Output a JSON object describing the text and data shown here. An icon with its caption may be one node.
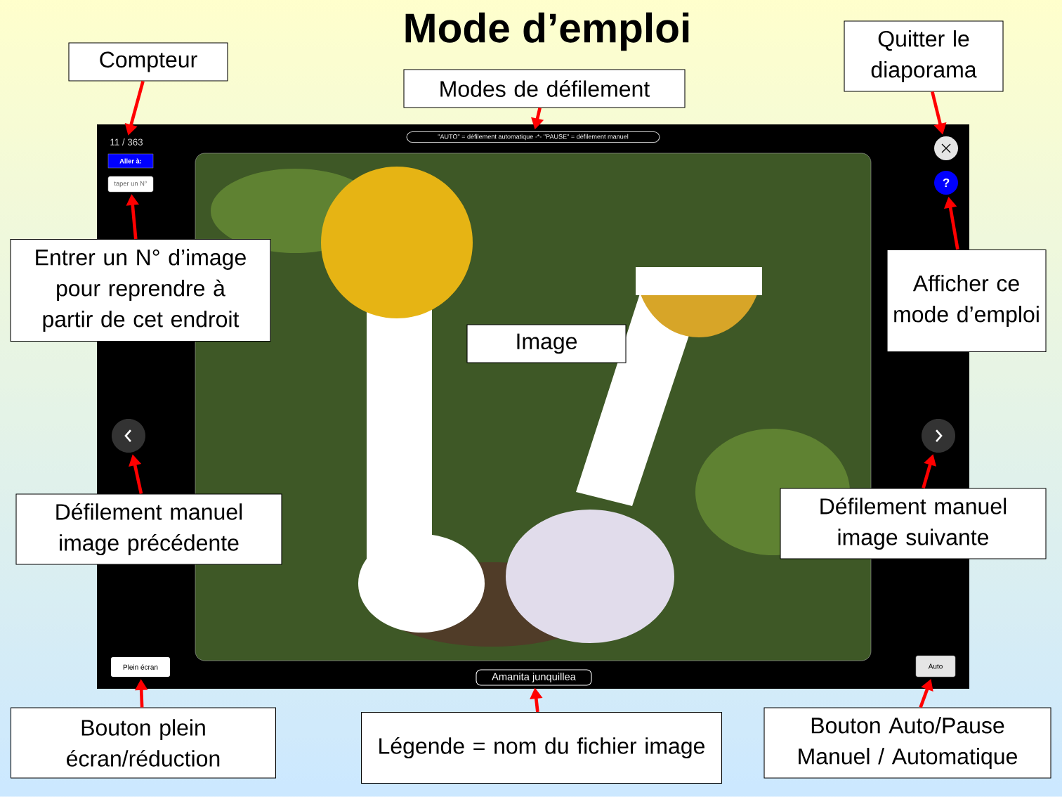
{
  "diagram": {
    "title": "Mode d’emploi",
    "nodes": [
      {
        "text": [
          "Compteur"
        ]
      },
      {
        "text": [
          "Modes de défilement"
        ]
      },
      {
        "text": [
          "Quitter le diaporama"
        ]
      },
      {
        "text": [
          "11 / 363"
        ]
      },
      {
        "text": [
          "\"AUTO\" = défilement automatique -*- \"PAUSE\" = défilement manuel"
        ]
      },
      {
        "text": [],
        "shape": "circle"
      },
      {
        "text": [
          "Aller à:"
        ]
      },
      {
        "text": [
          "taper un N°"
        ]
      },
      {
        "text": [
          "?"
        ]
      },
      {
        "text": [
          "Entrer un N° d’image pour reprendre à partir de cet endroit"
        ]
      },
      {
        "text": [
          "Afficher ce mode d’emploi"
        ]
      },
      {
        "text": [],
        "shape": "picture"
      },
      {
        "text": [
          "Image"
        ],
        "in": 11
      },
      {
        "text": [],
        "shape": "circle"
      },
      {
        "text": [],
        "shape": "circle"
      },
      {
        "text": [
          "Défilement manuel image précédente"
        ]
      },
      {
        "text": [
          "Défilement manuel image suivante"
        ]
      },
      {
        "text": [
          "Plein écran"
        ]
      },
      {
        "text": [
          "Amanita junquillea"
        ]
      },
      {
        "text": [
          "Auto"
        ]
      },
      {
        "text": [
          "Bouton plein écran/réduction"
        ]
      },
      {
        "text": [
          "Légende = nom du fichier image"
        ]
      },
      {
        "text": [
          "Bouton Auto/Pause Manuel / Automatique"
        ]
      }
    ],
    "edges": [
      {
        "from": 0,
        "to": 3,
        "arrow": "to"
      },
      {
        "from": 1,
        "to": 4,
        "arrow": "to"
      },
      {
        "from": 2,
        "to": 5,
        "arrow": "to"
      },
      {
        "from": 9,
        "to": 7,
        "arrow": "to"
      },
      {
        "from": 10,
        "to": 8,
        "arrow": "to"
      },
      {
        "from": 15,
        "to": 13,
        "arrow": "to"
      },
      {
        "from": 16,
        "to": 14,
        "arrow": "to"
      },
      {
        "from": 20,
        "to": 17,
        "arrow": "to"
      },
      {
        "from": 21,
        "to": 18,
        "arrow": "to"
      },
      {
        "from": 22,
        "to": 19,
        "arrow": "to"
      }
    ]
  }
}
